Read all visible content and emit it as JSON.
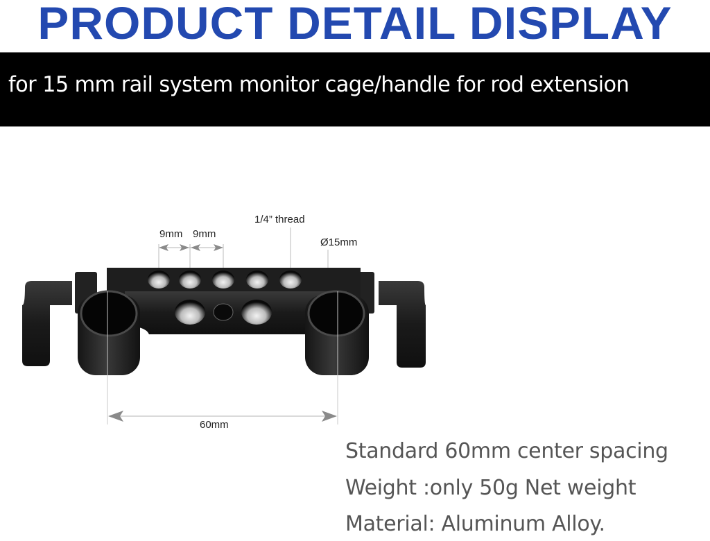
{
  "header": {
    "title": "PRODUCT DETAIL DISPLAY",
    "title_color": "#2349b0"
  },
  "band": {
    "subtitle": "for 15 mm rail system monitor cage/handle for rod extension",
    "background": "#000000",
    "text_color": "#ffffff"
  },
  "product_image": {
    "description": "Black aluminum 15mm rod clamp rail block with two rod clamps and locking levers",
    "annotations": {
      "hole_spacing_1": "9mm",
      "hole_spacing_2": "9mm",
      "thread": "1/4” thread",
      "rod_diameter": "Ø15mm",
      "center_spacing": "60mm"
    }
  },
  "specs": [
    "Standard 60mm center spacing",
    "Weight :only 50g Net weight",
    "Material: Aluminum Alloy."
  ],
  "colors": {
    "spec_text": "#555555",
    "product_body": "#1c1c1c",
    "dimension_line": "#b5b5b5"
  }
}
